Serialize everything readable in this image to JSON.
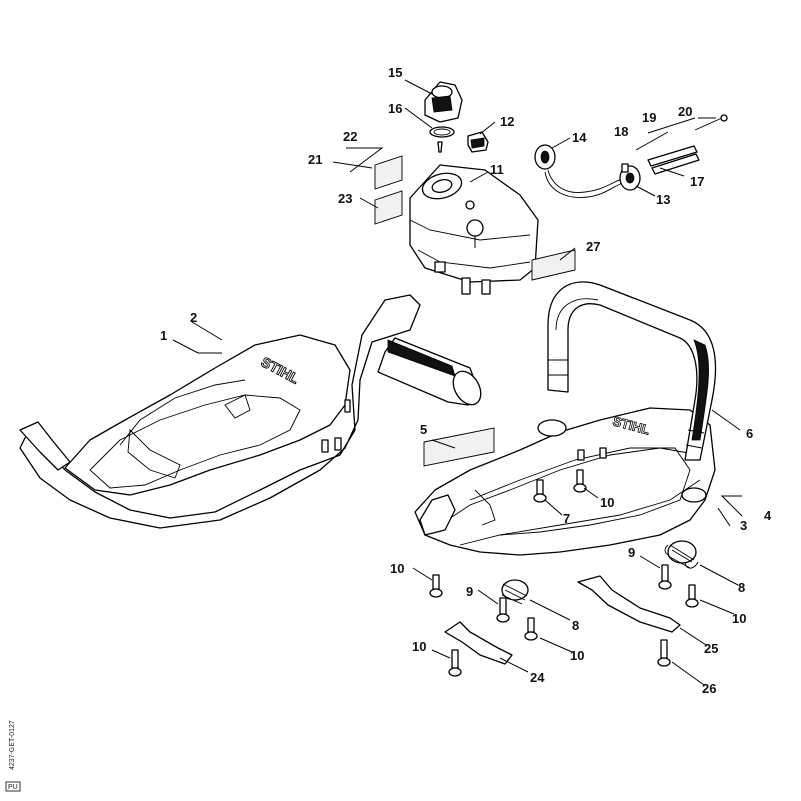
{
  "callouts": {
    "c1": "1",
    "c2": "2",
    "c3": "3",
    "c4": "4",
    "c5": "5",
    "c6": "6",
    "c7": "7",
    "c8a": "8",
    "c8b": "8",
    "c9a": "9",
    "c9b": "9",
    "c10a": "10",
    "c10b": "10",
    "c10c": "10",
    "c10d": "10",
    "c10e": "10",
    "c11": "11",
    "c12": "12",
    "c13": "13",
    "c14": "14",
    "c15": "15",
    "c16": "16",
    "c17": "17",
    "c18": "18",
    "c19": "19",
    "c20": "20",
    "c21": "21",
    "c22": "22",
    "c23": "23",
    "c24": "24",
    "c25": "25",
    "c26": "26",
    "c27": "27"
  },
  "brand_text": "STIHL",
  "drawing_code": "4237-GET-0127",
  "corner_mark": "PU"
}
